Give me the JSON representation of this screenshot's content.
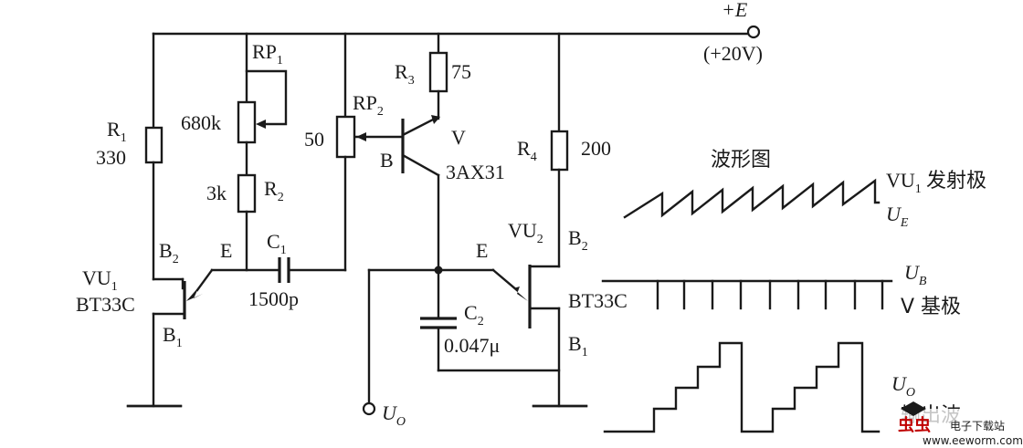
{
  "supply": {
    "name": "+E",
    "voltage": "(+20V)"
  },
  "r1": {
    "name": "R",
    "sub": "1",
    "value": "330"
  },
  "rp1": {
    "name": "RP",
    "sub": "1",
    "value": "680k"
  },
  "r2": {
    "name": "R",
    "sub": "2",
    "value": "3k"
  },
  "c1": {
    "name": "C",
    "sub": "1",
    "value": "1500p"
  },
  "rp2": {
    "name": "RP",
    "sub": "2",
    "value": "50"
  },
  "r3": {
    "name": "R",
    "sub": "3",
    "value": "75"
  },
  "r4": {
    "name": "R",
    "sub": "4",
    "value": "200"
  },
  "q": {
    "name": "V",
    "type": "3AX31",
    "base": "B"
  },
  "c2": {
    "name": "C",
    "sub": "2",
    "value": "0.047μ"
  },
  "vu1": {
    "name": "VU",
    "sub": "1",
    "type": "BT33C",
    "b2": "B",
    "b2_sub": "2",
    "b1": "B",
    "b1_sub": "1",
    "e": "E"
  },
  "vu2": {
    "name": "VU",
    "sub": "2",
    "type": "BT33C",
    "b2": "B",
    "b2_sub": "2",
    "b1": "B",
    "b1_sub": "1",
    "e": "E"
  },
  "output": {
    "name": "U",
    "sub": "O"
  },
  "waveforms": {
    "title": "波形图",
    "ue_caption": "VU",
    "ue_caption_sub": "1",
    "ue_caption_rest": "发射极",
    "ue_symbol": "U",
    "ue_sub": "E",
    "ub_symbol": "U",
    "ub_sub": "B",
    "ub_caption": "V 基极",
    "uo_symbol": "U",
    "uo_sub": "O",
    "uo_caption": "输出波"
  },
  "watermark": {
    "brand": "电子下载站",
    "url": "www.eeworm.com"
  }
}
